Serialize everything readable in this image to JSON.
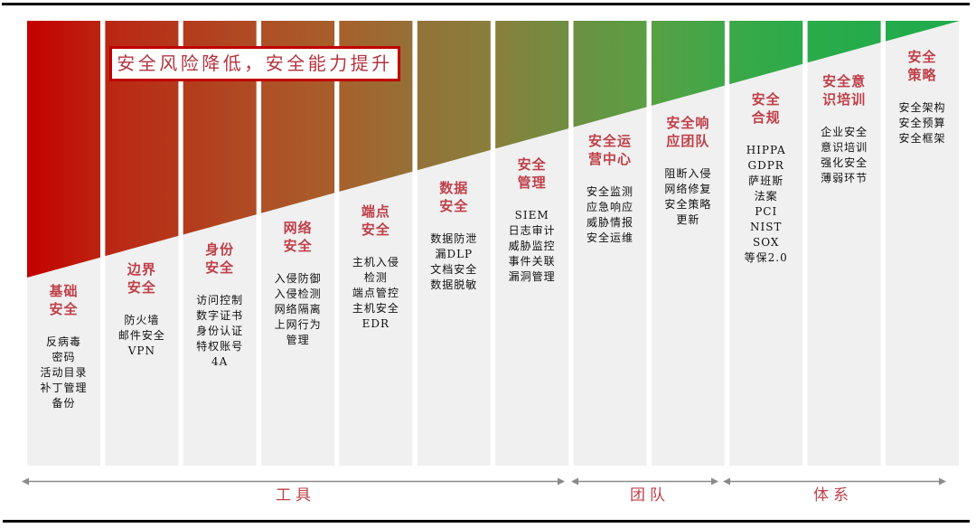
{
  "banner": {
    "text": "安全风险降低，安全能力提升"
  },
  "columns": [
    {
      "title": "基础\n安全",
      "items": "反病毒\n密码\n活动目录\n补丁管理\n备份"
    },
    {
      "title": "边界\n安全",
      "items": "防火墙\n邮件安全\nVPN"
    },
    {
      "title": "身份\n安全",
      "items": "访问控制\n数字证书\n身份认证\n特权账号\n4A"
    },
    {
      "title": "网络\n安全",
      "items": "入侵防御\n入侵检测\n网络隔离\n上网行为\n管理"
    },
    {
      "title": "端点\n安全",
      "items": "主机入侵\n检测\n端点管控\n主机安全\nEDR"
    },
    {
      "title": "数据\n安全",
      "items": "数据防泄\n漏DLP\n文档安全\n数据脱敏"
    },
    {
      "title": "安全\n管理",
      "items": "SIEM\n日志审计\n威胁监控\n事件关联\n漏洞管理"
    },
    {
      "title": "安全运\n营中心",
      "items": "安全监测\n应急响应\n威胁情报\n安全运维"
    },
    {
      "title": "安全响\n应团队",
      "items": "阻断入侵\n网络修复\n安全策略\n更新"
    },
    {
      "title": "安全\n合规",
      "items": "HIPPA\nGDPR\n萨班斯\n法案\nPCI\nNIST\nSOX\n等保2.0"
    },
    {
      "title": "安全意\n识培训",
      "items": "企业安全\n意识培训\n强化安全\n薄弱环节"
    },
    {
      "title": "安全\n策略",
      "items": "安全架构\n安全预算\n安全框架"
    }
  ],
  "phases": [
    {
      "label": "工具"
    },
    {
      "label": "团队"
    },
    {
      "label": "体系"
    }
  ],
  "colors": {
    "gradient_start": "#c40000",
    "gradient_end": "#1fab4c",
    "title_red": "#c0404a",
    "banner_border": "#c00000",
    "column_bg": "#f0f0f0",
    "arrow": "#8a8a8a"
  }
}
